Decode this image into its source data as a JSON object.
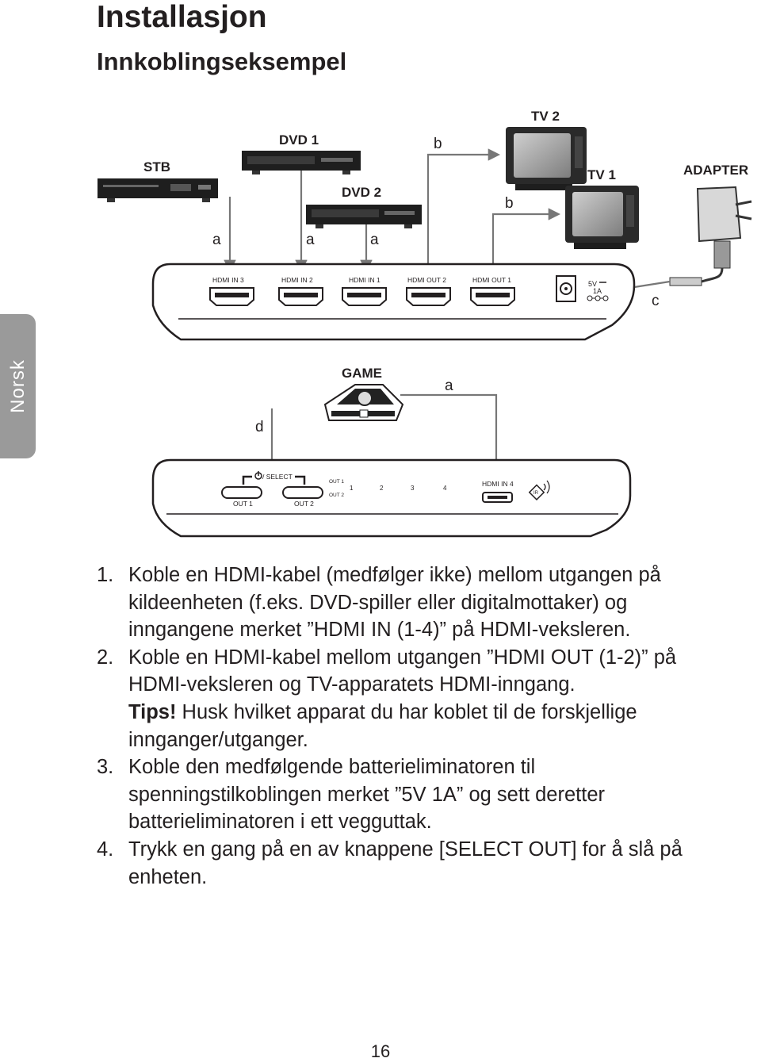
{
  "header": {
    "title": "Installasjon",
    "subtitle": "Innkoblingseksempel"
  },
  "side_tab": "Norsk",
  "diagram": {
    "devices": {
      "stb": "STB",
      "dvd1": "DVD 1",
      "dvd2": "DVD 2",
      "tv1": "TV 1",
      "tv2": "TV 2",
      "adapter": "ADAPTER",
      "game": "GAME"
    },
    "callouts": {
      "a": "a",
      "b": "b",
      "c": "c",
      "d": "d"
    },
    "back_panel": {
      "ports": [
        "HDMI IN 3",
        "HDMI IN 2",
        "HDMI IN 1",
        "HDMI OUT 2",
        "HDMI OUT 1"
      ],
      "power_voltage": "5V",
      "power_current": "1A"
    },
    "front_panel": {
      "select_label": "/ SELECT",
      "out1_button": "OUT 1",
      "out2_button": "OUT 2",
      "led_out1": "OUT 1",
      "led_out2": "OUT 2",
      "input_numbers": [
        "1",
        "2",
        "3",
        "4"
      ],
      "hdmi_in4": "HDMI IN 4",
      "ir": "IR"
    }
  },
  "instructions": {
    "steps": [
      {
        "num": "1.",
        "text": "Koble en HDMI-kabel (medfølger ikke) mellom utgangen på kildeenheten (f.eks. DVD-spiller eller digitalmottaker) og inngangene merket ”HDMI IN (1-4)” på HDMI-veksleren."
      },
      {
        "num": "2.",
        "text": "Koble en HDMI-kabel mellom utgangen ”HDMI OUT (1-2)” på HDMI-veksleren og TV-apparatets HDMI-inngang."
      },
      {
        "num": "3.",
        "text": "Koble den medfølgende batterieliminatoren til spenningstilkoblingen merket ”5V 1A” og sett deretter batterieliminatoren i ett vegguttak."
      },
      {
        "num": "4.",
        "text": "Trykk en gang på en av knappene [SELECT OUT] for å slå på enheten."
      }
    ],
    "tips_label": "Tips!",
    "tips_text": " Husk hvilket apparat du har koblet til de forskjellige innganger/utganger."
  },
  "page_number": "16"
}
